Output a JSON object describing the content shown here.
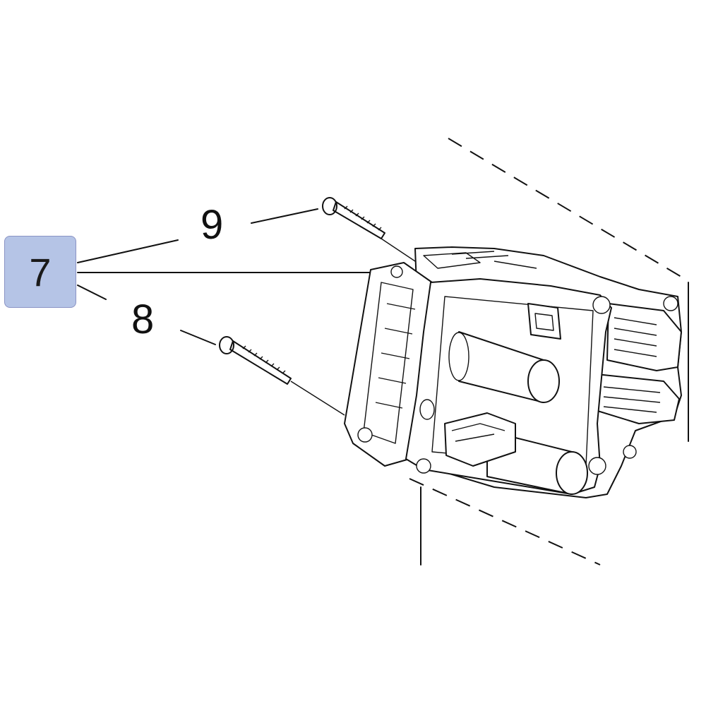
{
  "callouts": {
    "main": "7",
    "screw_upper": "9",
    "screw_lower": "8"
  },
  "colors": {
    "callout_fill": "#b5c4e6",
    "callout_border": "#8a93c4",
    "line": "#111111"
  }
}
